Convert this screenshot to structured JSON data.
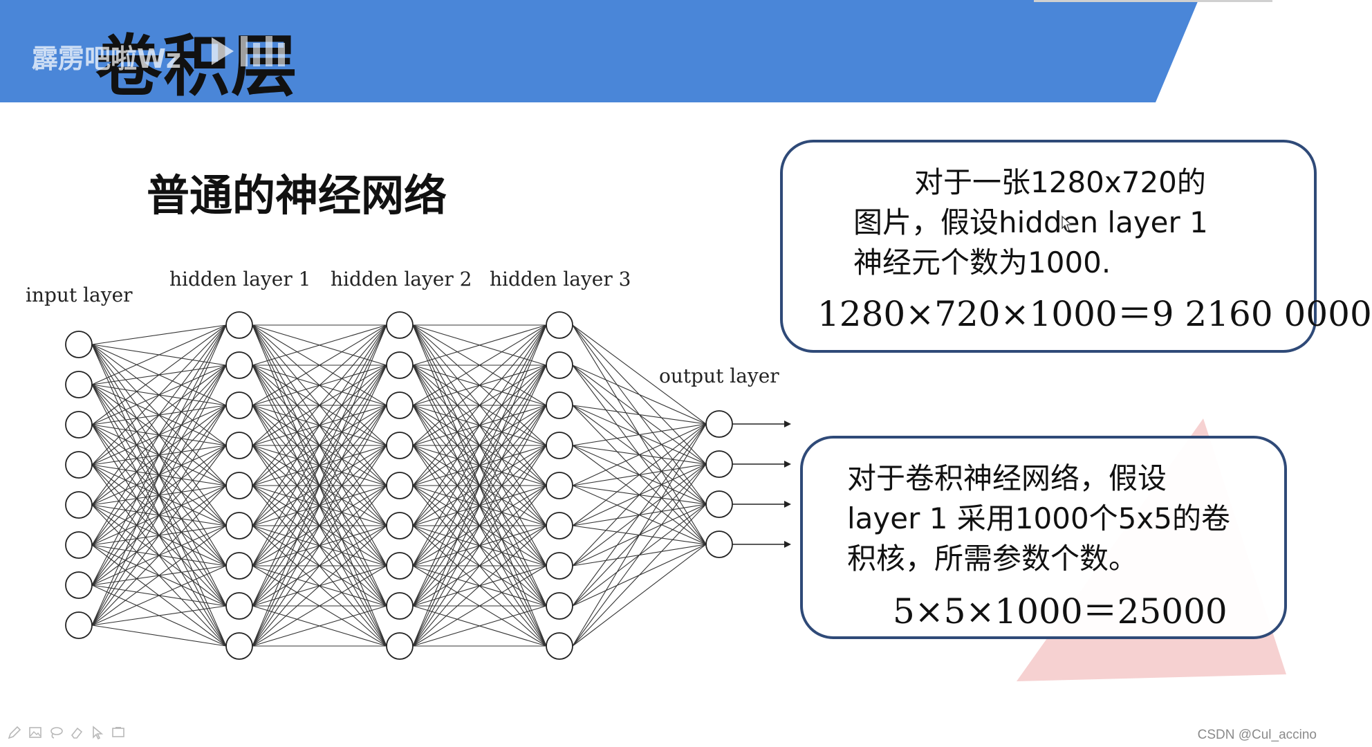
{
  "slide": {
    "title": "卷积层",
    "watermark": "霹雳吧啦Wz",
    "section_title": "普通的神经网络",
    "colors": {
      "header": "#4a86d8",
      "box_border": "#2f4a78",
      "triangle": "#f5c9c9"
    }
  },
  "network": {
    "labels": {
      "input": "input layer",
      "hidden1": "hidden layer 1",
      "hidden2": "hidden layer 2",
      "hidden3": "hidden layer 3",
      "output": "output layer"
    },
    "layer_sizes": [
      8,
      9,
      9,
      9,
      4
    ]
  },
  "box1": {
    "line1": "对于一张1280x720的",
    "line2": "图片，假设hidden layer 1",
    "line3": "神经元个数为1000.",
    "formula": "1280×720×1000＝9 2160 0000"
  },
  "box2": {
    "line1": "对于卷积神经网络，假设",
    "line2": "layer 1 采用1000个5x5的卷",
    "line3": "积核，所需参数个数。",
    "formula": "5×5×1000＝25000"
  },
  "toolbar": {
    "icons": [
      "pen-icon",
      "image-icon",
      "lasso-icon",
      "eraser-icon",
      "pointer-icon",
      "screen-icon"
    ]
  },
  "credit": "CSDN @Cul_accino"
}
